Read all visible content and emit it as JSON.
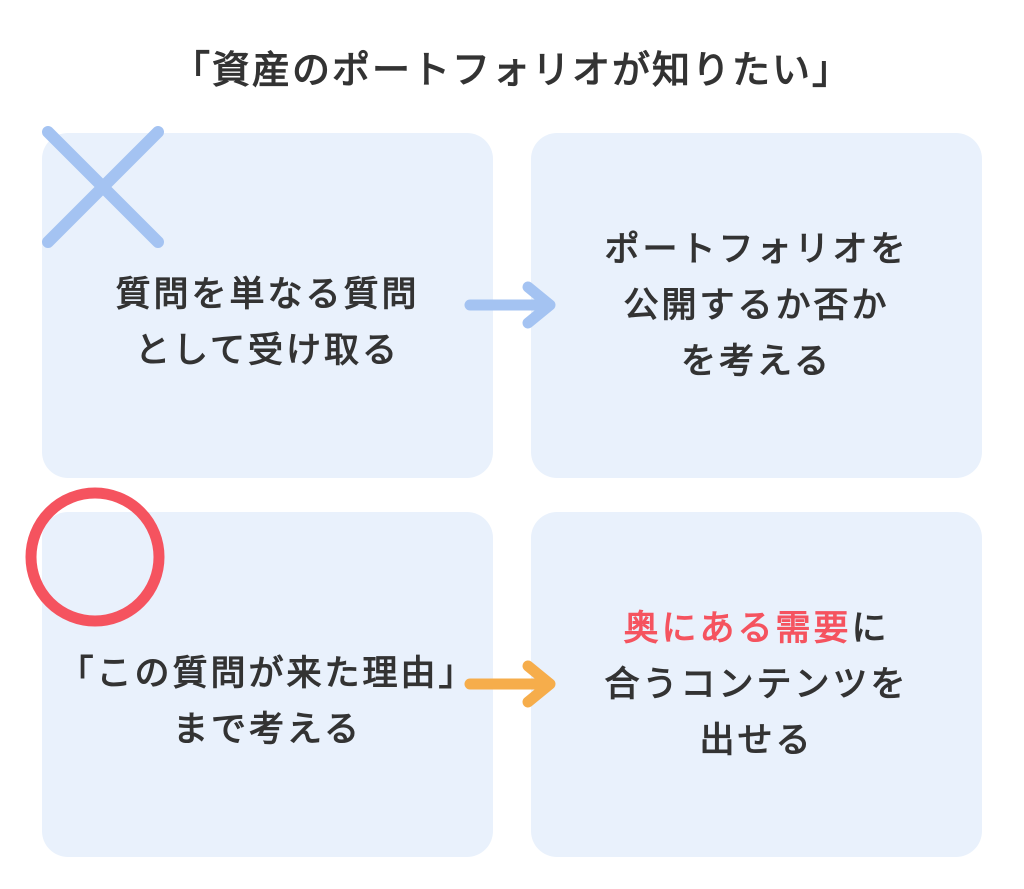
{
  "title": "「資産のポートフォリオが知りたい」",
  "cards": {
    "top_left": {
      "lines": [
        "質問を単なる質問",
        "として受け取る"
      ]
    },
    "top_right": {
      "lines": [
        "ポートフォリオを",
        "公開するか否か",
        "を考える"
      ]
    },
    "bottom_left": {
      "lines": [
        "「この質問が来た理由」",
        "まで考える"
      ]
    },
    "bottom_right": {
      "line1_highlight": "奥にある需要",
      "line1_rest": "に",
      "line2": "合うコンテンツを",
      "line3": "出せる"
    }
  },
  "marks": {
    "wrong": "cross-icon",
    "right": "circle-icon"
  },
  "colors": {
    "card_bg": "#e9f1fc",
    "text": "#333333",
    "highlight": "#f5535f",
    "cross": "#a4c3f2",
    "circle": "#f5535f",
    "arrow_top": "#a4c3f2",
    "arrow_bottom": "#f6ad4b"
  }
}
